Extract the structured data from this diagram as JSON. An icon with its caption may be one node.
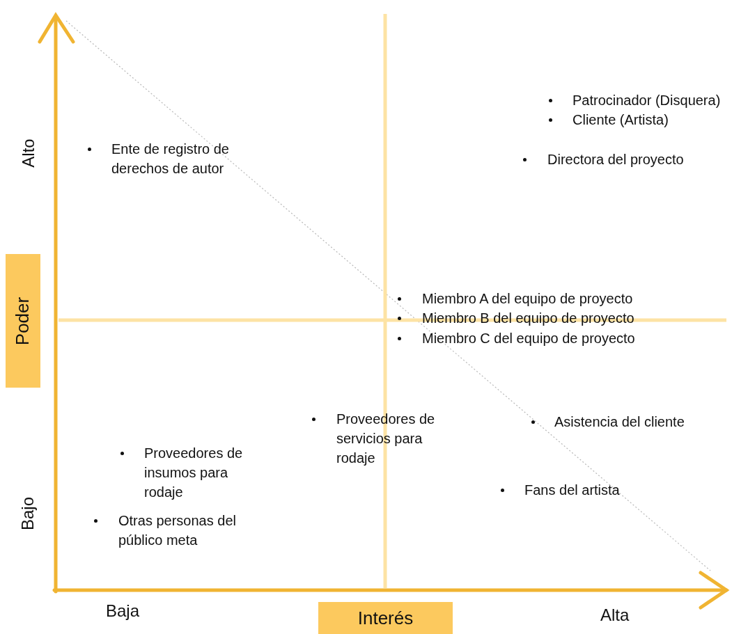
{
  "diagram": {
    "labels": [
      "Patrocinador (Disquera)",
      "Cliente (Artista)",
      "Alto",
      "Ente de registro de derechos de autor",
      "Directora del proyecto",
      "Poder",
      "Miembro A del equipo de proyecto",
      "Miembro B del equipo de proyecto",
      "Miembro C del equipo de proyecto",
      "Proveedores de servicios para rodaje",
      "Asistencia del cliente",
      "Proveedores de insumos para rodaje",
      "Fans del artista",
      "Bajo",
      "Otras personas del público meta",
      "Baja",
      "Interés",
      "Alta"
    ]
  }
}
